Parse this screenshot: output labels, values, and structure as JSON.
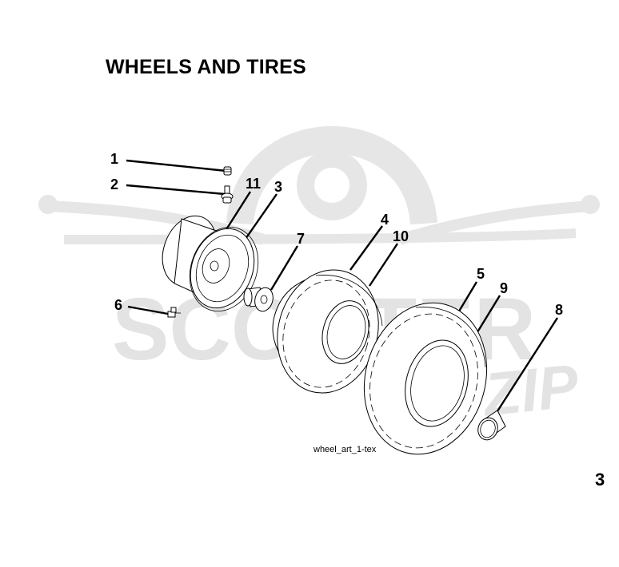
{
  "title": "WHEELS AND TIRES",
  "art_id": "wheel_art_1-tex",
  "page_number": "3",
  "watermark": {
    "brand": "SCOOTER",
    "suffix": "ZIP"
  },
  "callouts": {
    "c1": "1",
    "c2": "2",
    "c3": "3",
    "c4": "4",
    "c5": "5",
    "c6": "6",
    "c7": "7",
    "c8": "8",
    "c9": "9",
    "c10": "10",
    "c11": "11"
  },
  "colors": {
    "ink": "#000000",
    "watermark": "#e6e6e6",
    "background": "#ffffff"
  }
}
